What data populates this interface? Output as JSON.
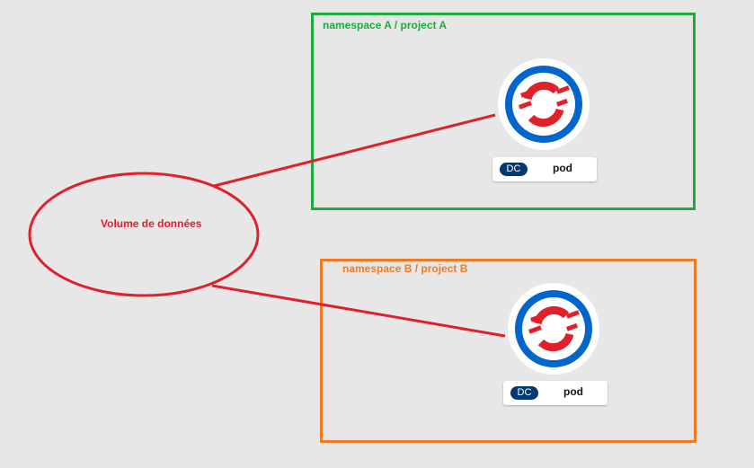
{
  "namespaces": [
    {
      "label": "namespace A / project A",
      "color": "#1faa3f"
    },
    {
      "label": "namespace B / project B",
      "color": "#f07b22"
    }
  ],
  "pods": [
    {
      "badge": "DC",
      "name": "pod",
      "icon": "openshift-logo-icon"
    },
    {
      "badge": "DC",
      "name": "pod",
      "icon": "openshift-logo-icon"
    }
  ],
  "volume": {
    "label": "Volume de données",
    "color": "#e0202a"
  },
  "colors": {
    "background": "#e8e7e7",
    "icon_ring": "#0066cc",
    "icon_logo": "#e0202a",
    "badge": "#003a70"
  }
}
